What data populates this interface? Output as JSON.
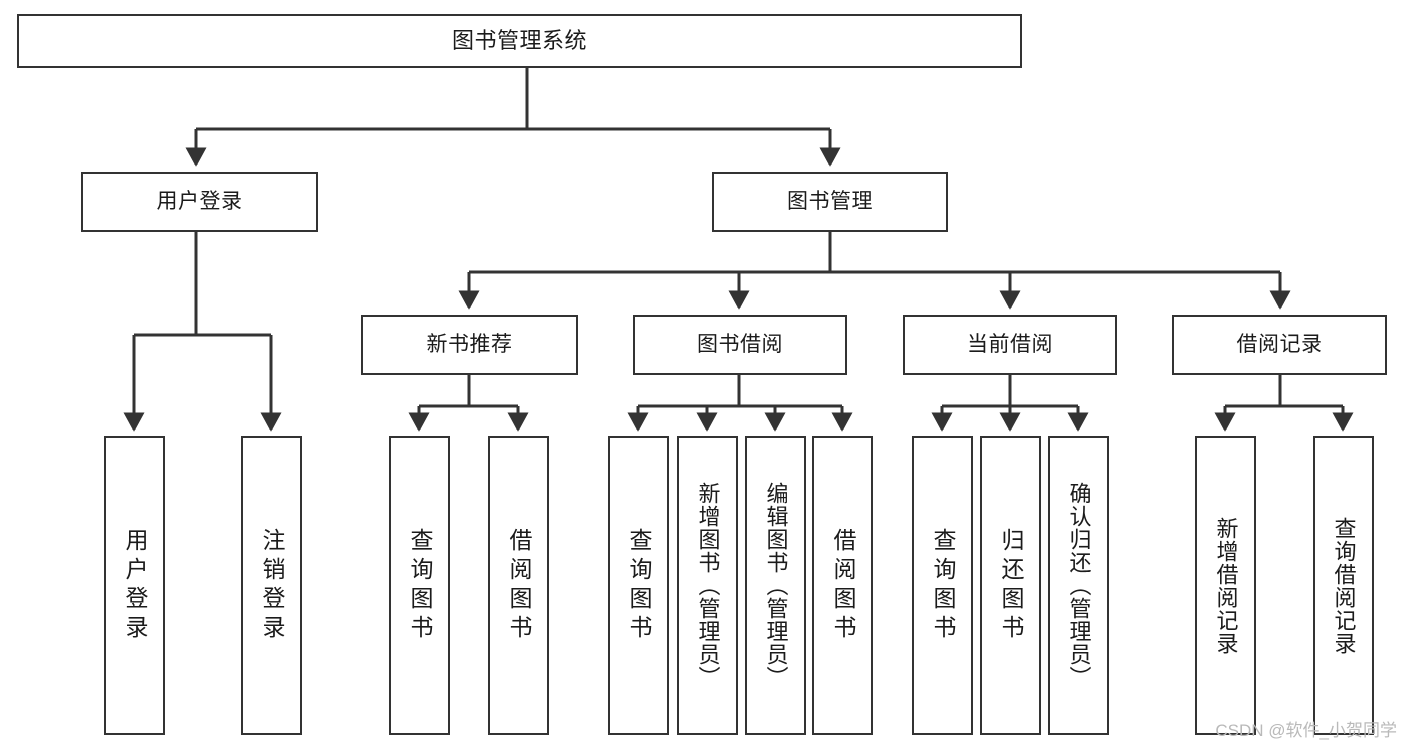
{
  "diagram": {
    "title": "图书管理系统",
    "type": "hierarchy-tree",
    "root": {
      "id": "root",
      "label": "图书管理系统"
    },
    "level2": [
      {
        "id": "user-login",
        "label": "用户登录"
      },
      {
        "id": "book-manage",
        "label": "图书管理"
      }
    ],
    "level3": [
      {
        "id": "new-book-rec",
        "label": "新书推荐",
        "parent": "book-manage"
      },
      {
        "id": "book-borrow",
        "label": "图书借阅",
        "parent": "book-manage"
      },
      {
        "id": "current-borrow",
        "label": "当前借阅",
        "parent": "book-manage"
      },
      {
        "id": "borrow-record",
        "label": "借阅记录",
        "parent": "book-manage"
      }
    ],
    "leaves": [
      {
        "id": "leaf-user-login",
        "label": "用户登录",
        "parent": "user-login"
      },
      {
        "id": "leaf-logout-login",
        "label": "注销登录",
        "parent": "user-login"
      },
      {
        "id": "leaf-query-book-1",
        "label": "查询图书",
        "parent": "new-book-rec"
      },
      {
        "id": "leaf-borrow-book-1",
        "label": "借阅图书",
        "parent": "new-book-rec"
      },
      {
        "id": "leaf-query-book-2",
        "label": "查询图书",
        "parent": "book-borrow"
      },
      {
        "id": "leaf-add-book",
        "label": "新增图书（管理员）",
        "parent": "book-borrow"
      },
      {
        "id": "leaf-edit-book",
        "label": "编辑图书（管理员）",
        "parent": "book-borrow"
      },
      {
        "id": "leaf-borrow-book-2",
        "label": "借阅图书",
        "parent": "book-borrow"
      },
      {
        "id": "leaf-query-book-3",
        "label": "查询图书",
        "parent": "current-borrow"
      },
      {
        "id": "leaf-return-book",
        "label": "归还图书",
        "parent": "current-borrow"
      },
      {
        "id": "leaf-confirm-return",
        "label": "确认归还（管理员）",
        "parent": "current-borrow"
      },
      {
        "id": "leaf-add-record",
        "label": "新增借阅记录",
        "parent": "borrow-record"
      },
      {
        "id": "leaf-query-record",
        "label": "查询借阅记录",
        "parent": "borrow-record"
      }
    ],
    "watermark": "CSDN @软件_小贺同学",
    "colors": {
      "stroke": "#333333",
      "fill": "#ffffff",
      "text": "#1b1b1b",
      "watermark": "#b9b9b9"
    }
  }
}
